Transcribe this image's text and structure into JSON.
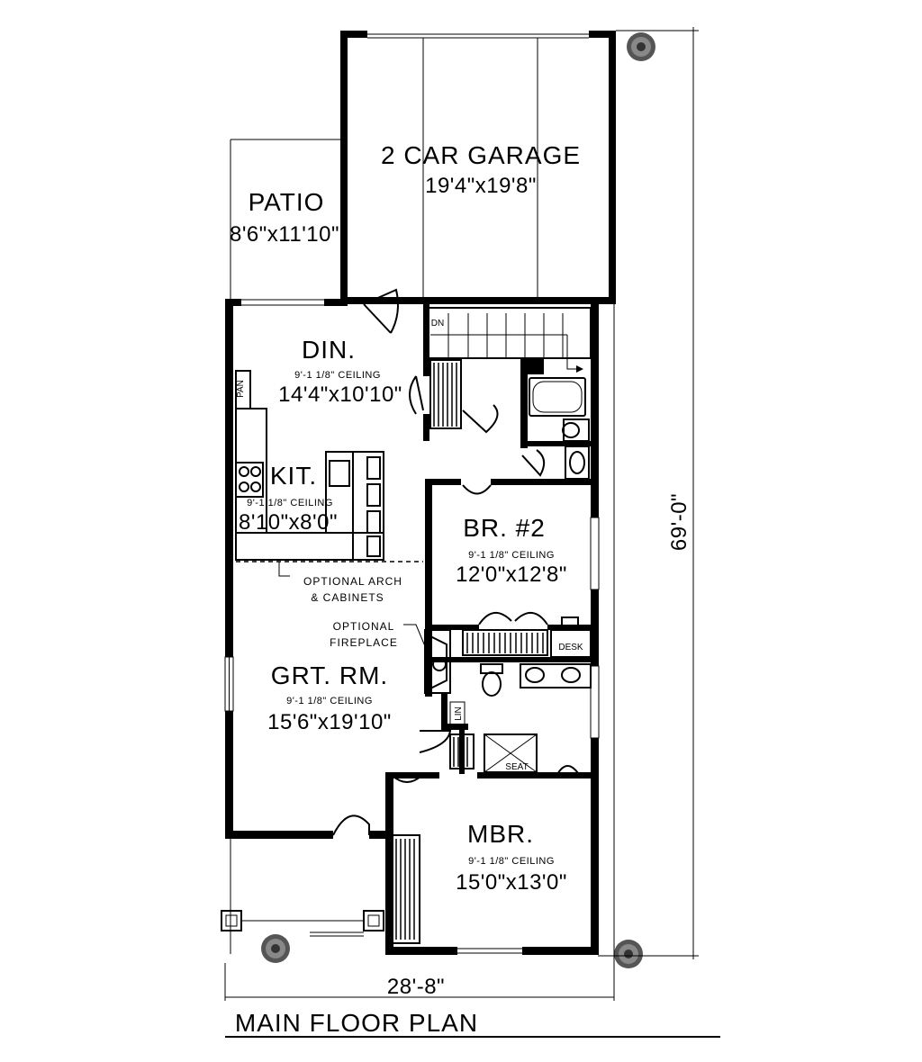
{
  "plan_title": "MAIN FLOOR PLAN",
  "overall_width": "28'-8\"",
  "overall_depth": "69'-0\"",
  "rooms": {
    "garage": {
      "name": "2 CAR GARAGE",
      "size": "19'4\"x19'8\""
    },
    "patio": {
      "name": "PATIO",
      "size": "8'6\"x11'10\""
    },
    "dining": {
      "name": "DIN.",
      "ceiling": "9'-1 1/8\" CEILING",
      "size": "14'4\"x10'10\""
    },
    "kitchen": {
      "name": "KIT.",
      "ceiling": "9'-1 1/8\" CEILING",
      "size": "8'10\"x8'0\""
    },
    "bedroom2": {
      "name": "BR. #2",
      "ceiling": "9'-1 1/8\" CEILING",
      "size": "12'0\"x12'8\""
    },
    "great_room": {
      "name": "GRT. RM.",
      "ceiling": "9'-1 1/8\" CEILING",
      "size": "15'6\"x19'10\""
    },
    "master": {
      "name": "MBR.",
      "ceiling": "9'-1 1/8\" CEILING",
      "size": "15'0\"x13'0\""
    }
  },
  "notes": {
    "arch_line1": "OPTIONAL ARCH",
    "arch_line2": "& CABINETS",
    "fireplace_line1": "OPTIONAL",
    "fireplace_line2": "FIREPLACE",
    "pan": "PAN",
    "down": "DN",
    "desk": "DESK",
    "seat": "SEAT",
    "lin": "LIN"
  }
}
